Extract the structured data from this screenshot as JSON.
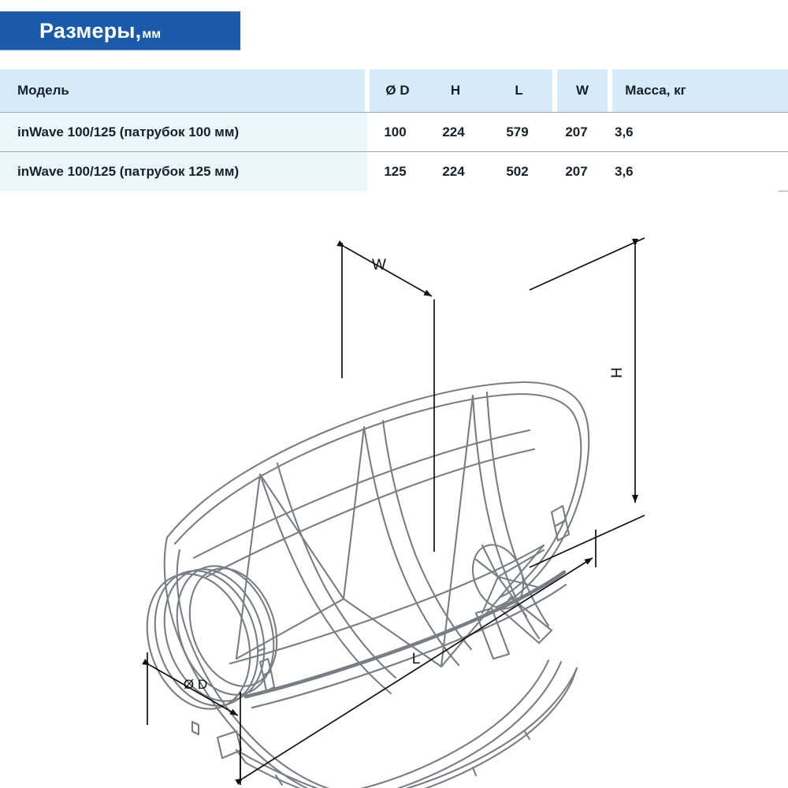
{
  "banner": {
    "title": "Размеры,",
    "unit": "мм"
  },
  "table": {
    "headers": {
      "model": "Модель",
      "d": "Ø D",
      "h": "H",
      "l": "L",
      "w": "W",
      "mass": "Масса, кг"
    },
    "rows": [
      {
        "model": "inWave 100/125 (патрубок 100 мм)",
        "d": "100",
        "h": "224",
        "l": "579",
        "w": "207",
        "mass": "3,6"
      },
      {
        "model": "inWave 100/125 (патрубок 125 мм)",
        "d": "125",
        "h": "224",
        "l": "502",
        "w": "207",
        "mass": "3,6"
      }
    ]
  },
  "drawing": {
    "labels": {
      "w": "W",
      "h": "H",
      "l": "L",
      "d": "Ø D"
    },
    "description": "Изометрический чертёж канального вентилятора inWave с размерными линиями"
  },
  "colors": {
    "banner_blue": "#1a5aa8",
    "header_tint": "#d6eaf8",
    "model_cell_tint": "#eaf5fc",
    "rule_gray": "#9ba6ad",
    "line_art": "#6b7176",
    "dimension_black": "#111111"
  }
}
